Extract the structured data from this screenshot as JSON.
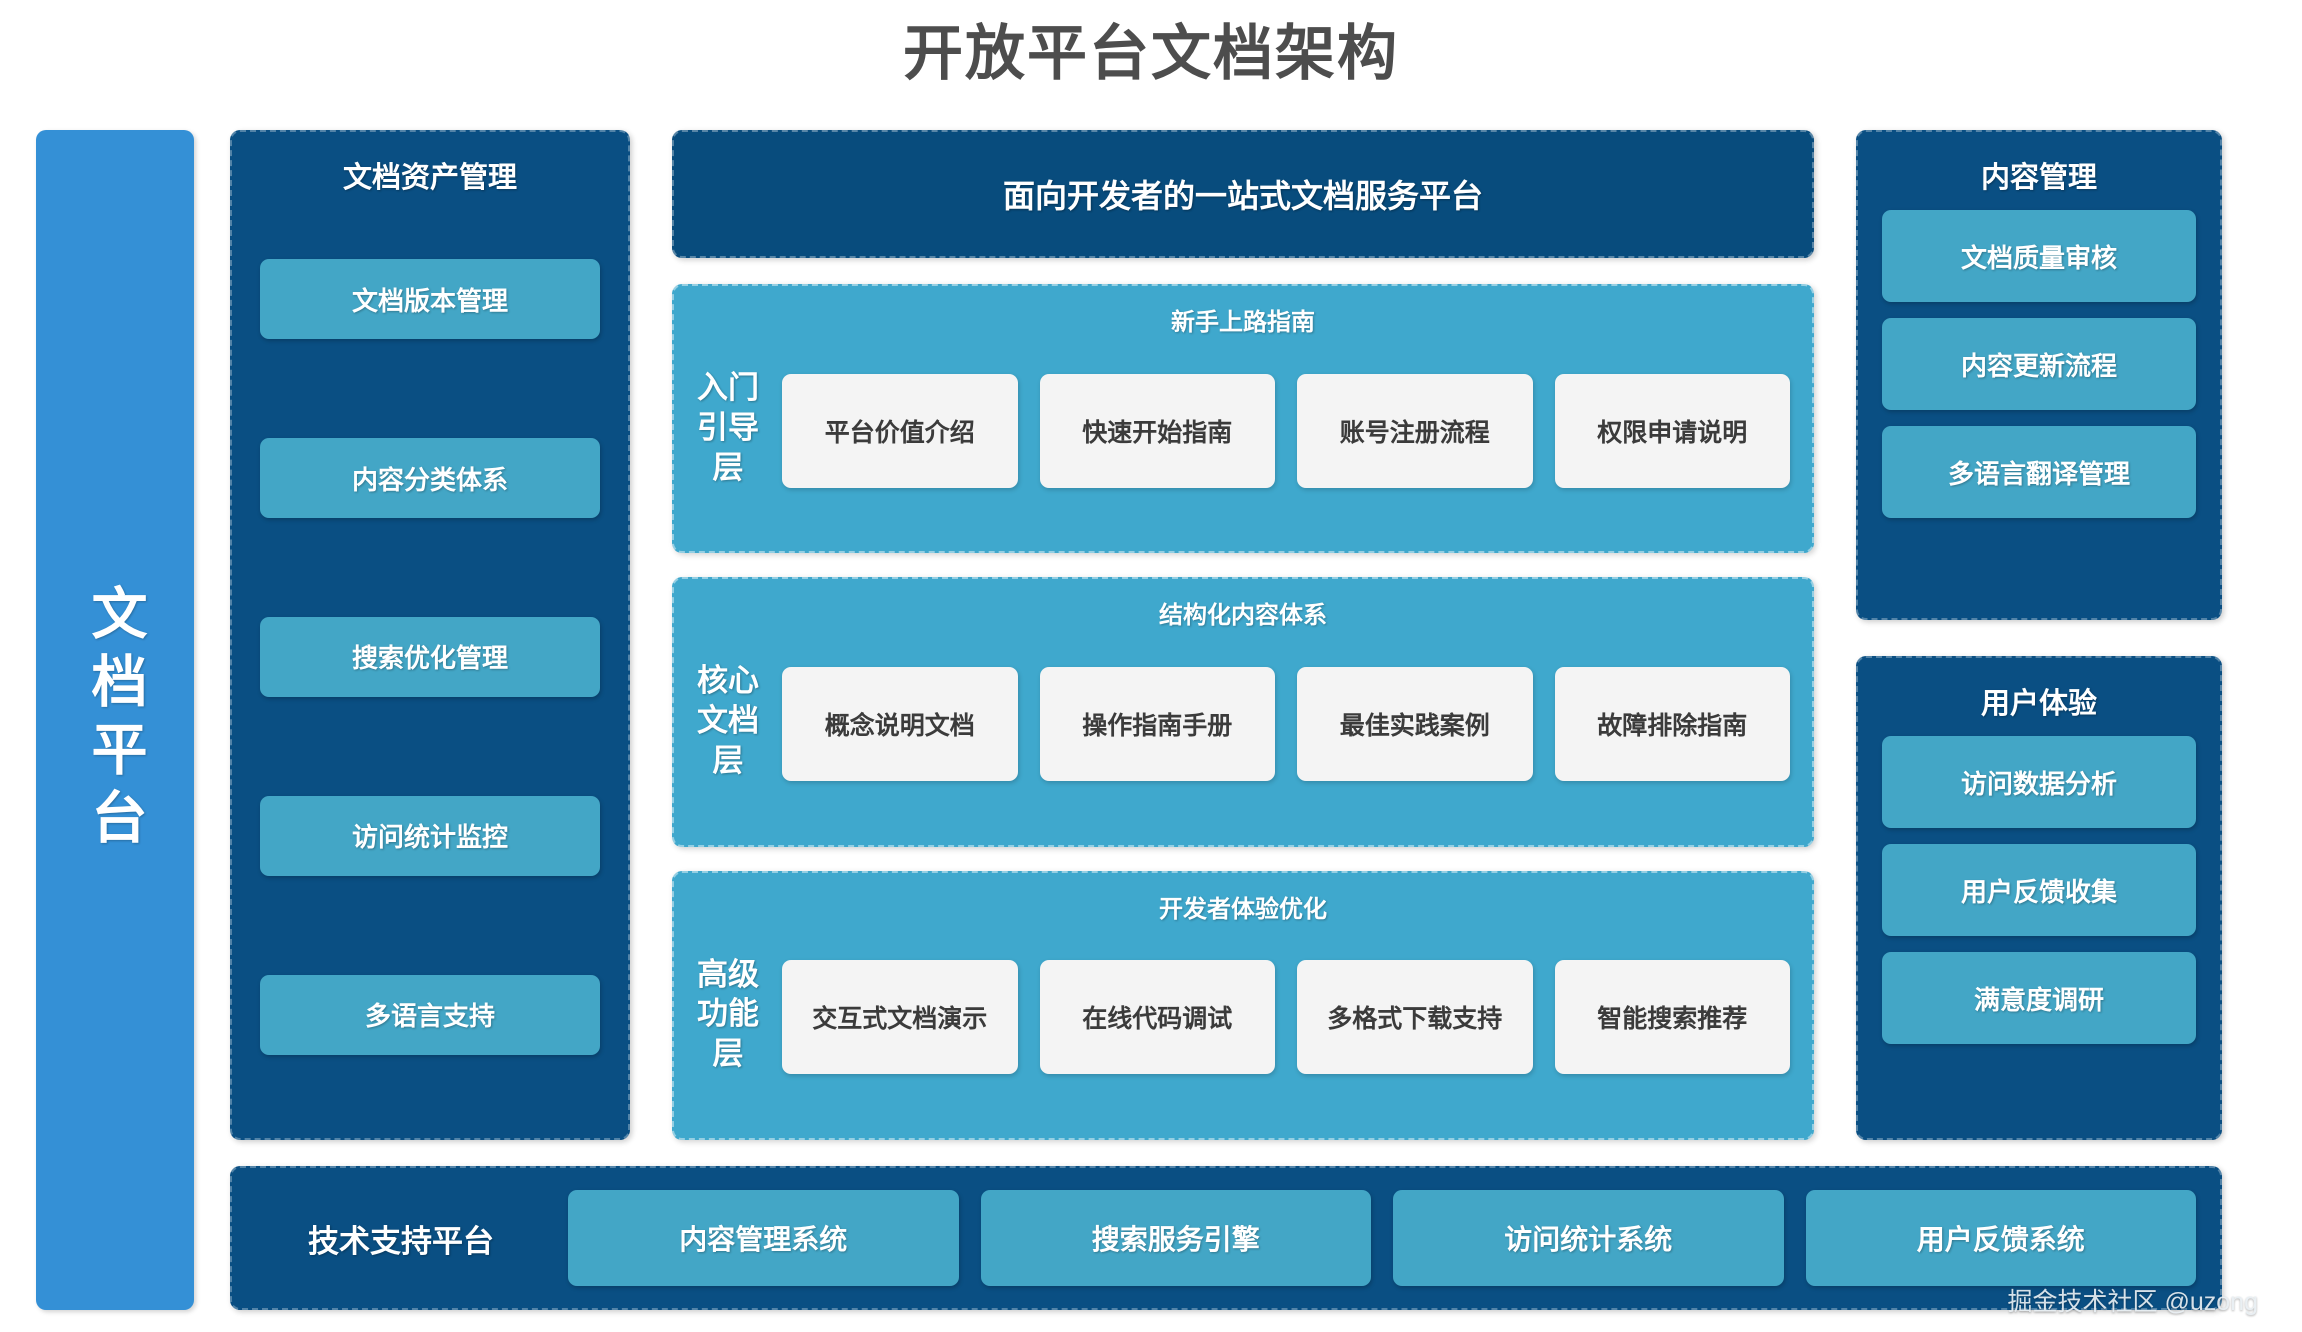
{
  "page": {
    "title": "开放平台文档架构",
    "watermark": "掘金技术社区 @uzong",
    "colors": {
      "title_text": "#4d4d4d",
      "platform_bar": "#3490d6",
      "panel_dark": "#0a4f83",
      "hero_navy": "#084c7d",
      "pill_teal": "#43a6c6",
      "layer_teal": "#3fa8cd",
      "card_white": "#f4f4f4",
      "card_text": "#3b3b3b"
    }
  },
  "platform_bar": {
    "label": "文档平台"
  },
  "hero": {
    "label": "面向开发者的一站式文档服务平台"
  },
  "left_panel": {
    "title": "文档资产管理",
    "items": [
      {
        "label": "文档版本管理"
      },
      {
        "label": "内容分类体系"
      },
      {
        "label": "搜索优化管理"
      },
      {
        "label": "访问统计监控"
      },
      {
        "label": "多语言支持"
      }
    ]
  },
  "layers": [
    {
      "name": "入门引导层",
      "name_lines": [
        "入门",
        "引导",
        "层"
      ],
      "caption": "新手上路指南",
      "cards": [
        {
          "label": "平台价值介绍"
        },
        {
          "label": "快速开始指南"
        },
        {
          "label": "账号注册流程"
        },
        {
          "label": "权限申请说明"
        }
      ]
    },
    {
      "name": "核心文档层",
      "name_lines": [
        "核心",
        "文档",
        "层"
      ],
      "caption": "结构化内容体系",
      "cards": [
        {
          "label": "概念说明文档"
        },
        {
          "label": "操作指南手册"
        },
        {
          "label": "最佳实践案例"
        },
        {
          "label": "故障排除指南"
        }
      ]
    },
    {
      "name": "高级功能层",
      "name_lines": [
        "高级",
        "功能",
        "层"
      ],
      "caption": "开发者体验优化",
      "cards": [
        {
          "label": "交互式文档演示"
        },
        {
          "label": "在线代码调试"
        },
        {
          "label": "多格式下载支持"
        },
        {
          "label": "智能搜索推荐"
        }
      ]
    }
  ],
  "right_panels": [
    {
      "title": "内容管理",
      "items": [
        {
          "label": "文档质量审核"
        },
        {
          "label": "内容更新流程"
        },
        {
          "label": "多语言翻译管理"
        }
      ]
    },
    {
      "title": "用户体验",
      "items": [
        {
          "label": "访问数据分析"
        },
        {
          "label": "用户反馈收集"
        },
        {
          "label": "满意度调研"
        }
      ]
    }
  ],
  "support_bar": {
    "label": "技术支持平台",
    "items": [
      {
        "label": "内容管理系统"
      },
      {
        "label": "搜索服务引擎"
      },
      {
        "label": "访问统计系统"
      },
      {
        "label": "用户反馈系统"
      }
    ]
  }
}
